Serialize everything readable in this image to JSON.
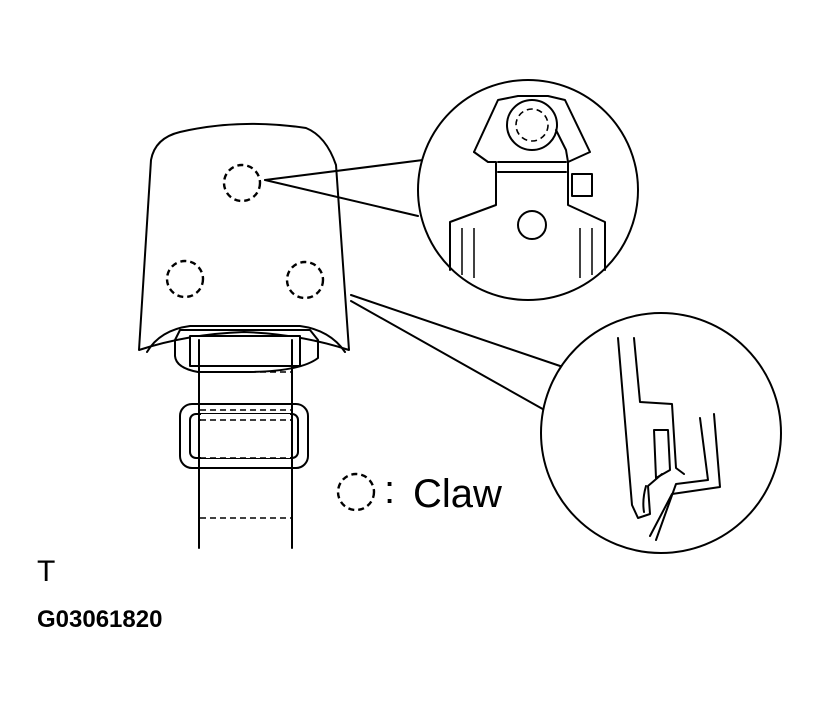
{
  "legend": {
    "label": "Claw"
  },
  "corner_letter": "T",
  "figure_code": "G03061820",
  "colors": {
    "ink": "#000000",
    "background": "#ffffff"
  }
}
